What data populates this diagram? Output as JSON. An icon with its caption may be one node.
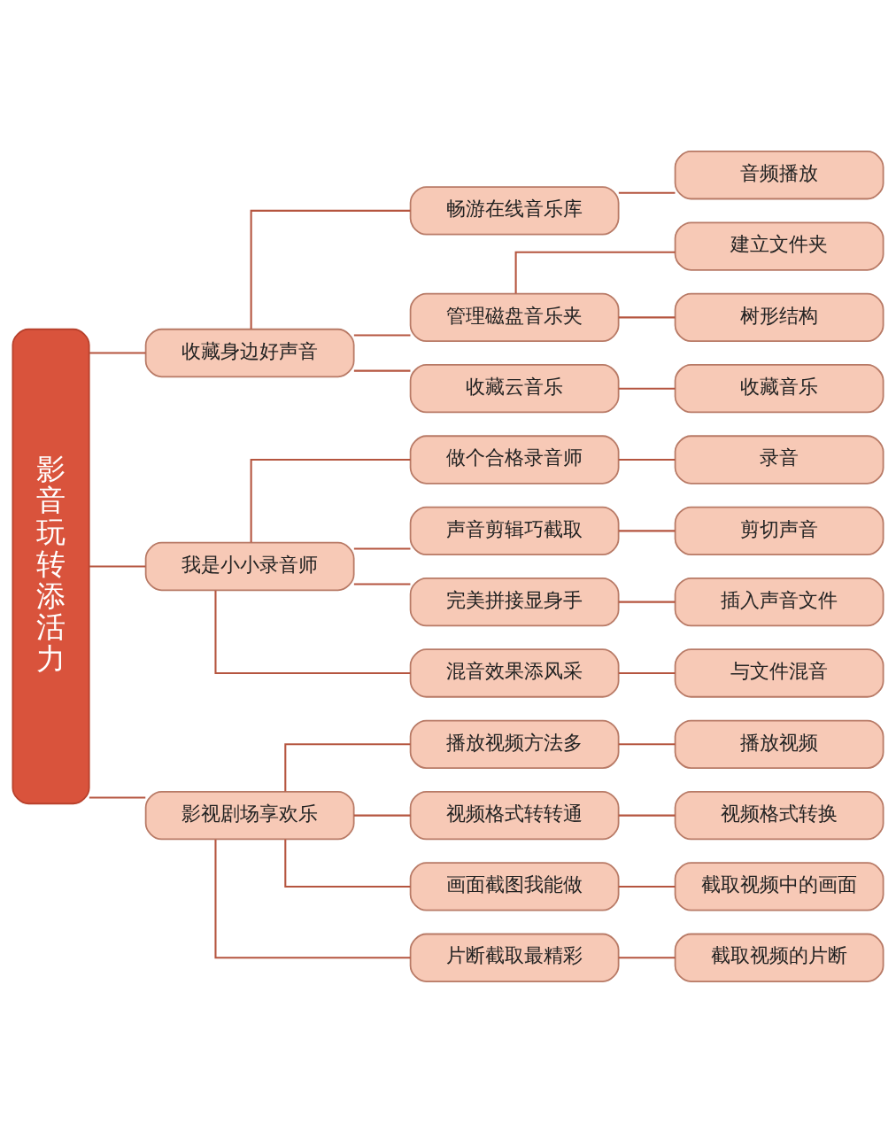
{
  "diagram": {
    "nodes": [
      {
        "text": [
          "影音玩转添活力"
        ]
      },
      {
        "text": [
          "收藏身边好声音"
        ]
      },
      {
        "text": [
          "畅游在线音乐库"
        ]
      },
      {
        "text": [
          "音频播放"
        ]
      },
      {
        "text": [
          "管理磁盘音乐夹"
        ]
      },
      {
        "text": [
          "建立文件夹"
        ]
      },
      {
        "text": [
          "树形结构"
        ]
      },
      {
        "text": [
          "收藏云音乐"
        ]
      },
      {
        "text": [
          "收藏音乐"
        ]
      },
      {
        "text": [
          "我是小小录音师"
        ]
      },
      {
        "text": [
          "做个合格录音师"
        ]
      },
      {
        "text": [
          "录音"
        ]
      },
      {
        "text": [
          "声音剪辑巧截取"
        ]
      },
      {
        "text": [
          "剪切声音"
        ]
      },
      {
        "text": [
          "完美拼接显身手"
        ]
      },
      {
        "text": [
          "插入声音文件"
        ]
      },
      {
        "text": [
          "混音效果添风采"
        ]
      },
      {
        "text": [
          "与文件混音"
        ]
      },
      {
        "text": [
          "影视剧场享欢乐"
        ]
      },
      {
        "text": [
          "播放视频方法多"
        ]
      },
      {
        "text": [
          "播放视频"
        ]
      },
      {
        "text": [
          "视频格式转转通"
        ]
      },
      {
        "text": [
          "视频格式转换"
        ]
      },
      {
        "text": [
          "画面截图我能做"
        ]
      },
      {
        "text": [
          "截取视频中的画面"
        ]
      },
      {
        "text": [
          "片断截取最精彩"
        ]
      },
      {
        "text": [
          "截取视频的片断"
        ]
      }
    ],
    "edges": [
      {
        "from": 0,
        "to": 1,
        "arrow": "none"
      },
      {
        "from": 1,
        "to": 2,
        "arrow": "none"
      },
      {
        "from": 2,
        "to": 3,
        "arrow": "none"
      },
      {
        "from": 1,
        "to": 4,
        "arrow": "none"
      },
      {
        "from": 4,
        "to": 5,
        "arrow": "none"
      },
      {
        "from": 4,
        "to": 6,
        "arrow": "none"
      },
      {
        "from": 1,
        "to": 7,
        "arrow": "none"
      },
      {
        "from": 7,
        "to": 8,
        "arrow": "none"
      },
      {
        "from": 0,
        "to": 9,
        "arrow": "none"
      },
      {
        "from": 9,
        "to": 10,
        "arrow": "none"
      },
      {
        "from": 10,
        "to": 11,
        "arrow": "none"
      },
      {
        "from": 9,
        "to": 12,
        "arrow": "none"
      },
      {
        "from": 12,
        "to": 13,
        "arrow": "none"
      },
      {
        "from": 9,
        "to": 14,
        "arrow": "none"
      },
      {
        "from": 14,
        "to": 15,
        "arrow": "none"
      },
      {
        "from": 9,
        "to": 16,
        "arrow": "none"
      },
      {
        "from": 16,
        "to": 17,
        "arrow": "none"
      },
      {
        "from": 0,
        "to": 18,
        "arrow": "none"
      },
      {
        "from": 18,
        "to": 19,
        "arrow": "none"
      },
      {
        "from": 19,
        "to": 20,
        "arrow": "none"
      },
      {
        "from": 18,
        "to": 21,
        "arrow": "none"
      },
      {
        "from": 21,
        "to": 22,
        "arrow": "none"
      },
      {
        "from": 18,
        "to": 23,
        "arrow": "none"
      },
      {
        "from": 23,
        "to": 24,
        "arrow": "none"
      },
      {
        "from": 18,
        "to": 25,
        "arrow": "none"
      },
      {
        "from": 25,
        "to": 26,
        "arrow": "none"
      }
    ]
  }
}
